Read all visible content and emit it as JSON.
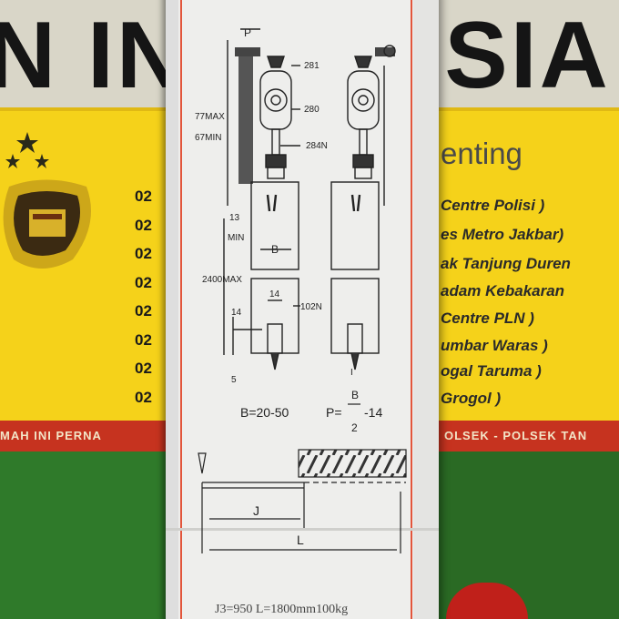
{
  "background_sign": {
    "heading_left": "N IN",
    "heading_right": "ESIA",
    "board_numbers": [
      "02",
      "02",
      "02",
      "02",
      "02",
      "02",
      "02",
      "02"
    ],
    "right_title": "enting",
    "right_items": [
      "Centre Polisi )",
      "es Metro Jakbar)",
      "ak Tanjung Duren",
      "adam Kebakaran",
      "Centre PLN )",
      "umbar Waras )",
      "ogal Taruma )",
      "Grogol )"
    ],
    "strip_left": "MAH INI PERNA",
    "strip_right": "OLSEK - POLSEK TAN"
  },
  "diagram": {
    "dim_p": "P",
    "part_281": "281",
    "part_280": "280",
    "part_284n": "284N",
    "dim_77max": "77MAX",
    "dim_67min": "67MIN",
    "dim_13": "13",
    "dim_min": "MIN",
    "dim_b": "B",
    "dim_2400max": "2400MAX",
    "dim_14_top": "14",
    "part_102n": "102N",
    "dim_14_side": "14",
    "dim_5": "5",
    "formula_b": "B=20-50",
    "formula_p_lhs": "P=",
    "formula_p_num": "B",
    "formula_p_den": "2",
    "formula_p_tail": "-14",
    "formula_p_top": "I",
    "dim_j": "J",
    "dim_l": "L",
    "bottom_text": "J3=950     L=1800mm100kg"
  },
  "colors": {
    "box_red_line": "#e2553b",
    "yellow_board": "#f5d21a",
    "green_wall": "#2f7a2a"
  }
}
